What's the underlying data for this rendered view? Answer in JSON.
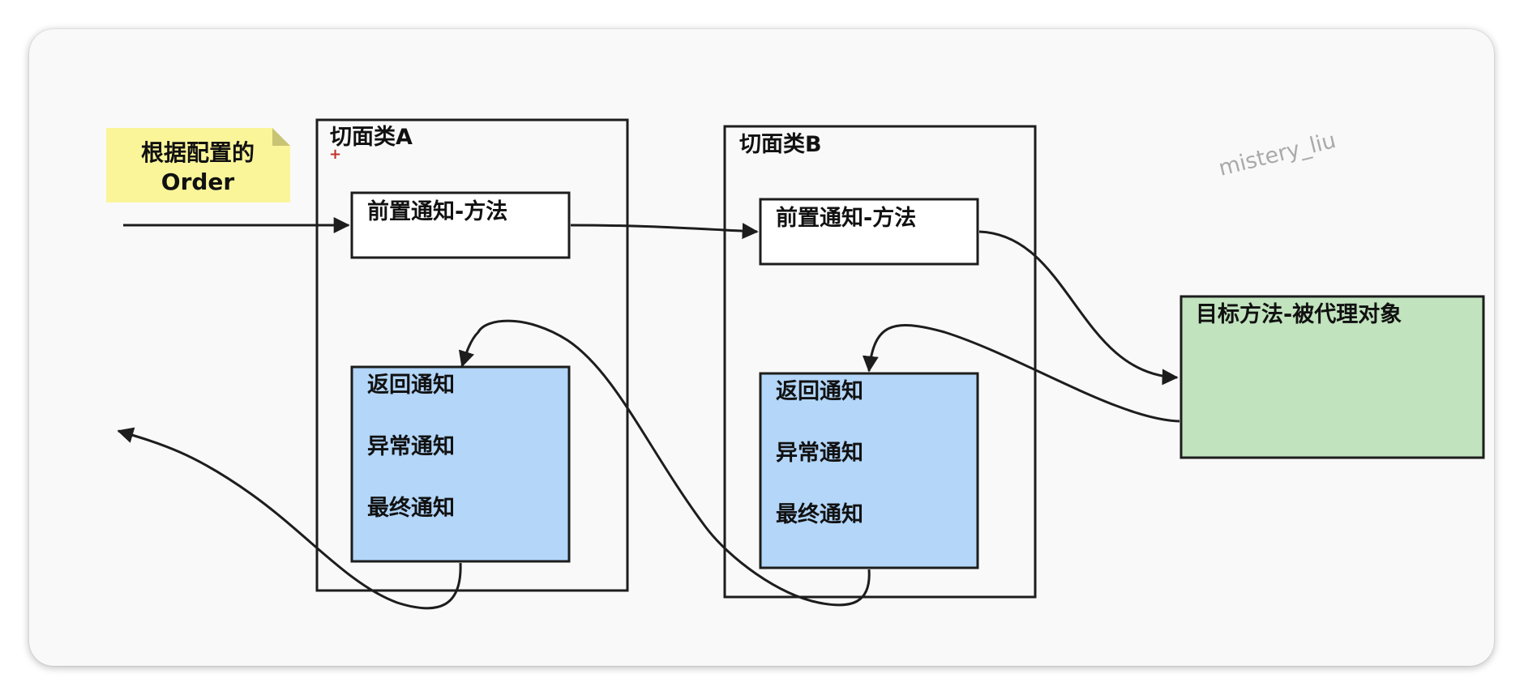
{
  "note": {
    "line1": "根据配置的",
    "line2": "Order"
  },
  "aspect_a": {
    "title": "切面类A",
    "before": "前置通知-方法",
    "after_items": [
      "返回通知",
      "异常通知",
      "最终通知"
    ]
  },
  "aspect_b": {
    "title": "切面类B",
    "before": "前置通知-方法",
    "after_items": [
      "返回通知",
      "异常通知",
      "最终通知"
    ]
  },
  "target": {
    "label": "目标方法-被代理对象"
  },
  "watermark": "mistery_liu",
  "colors": {
    "note_fill": "#fbf59a",
    "after_fill": "#b3d6f9",
    "target_fill": "#c1e3be",
    "line": "#1d1d1d"
  }
}
